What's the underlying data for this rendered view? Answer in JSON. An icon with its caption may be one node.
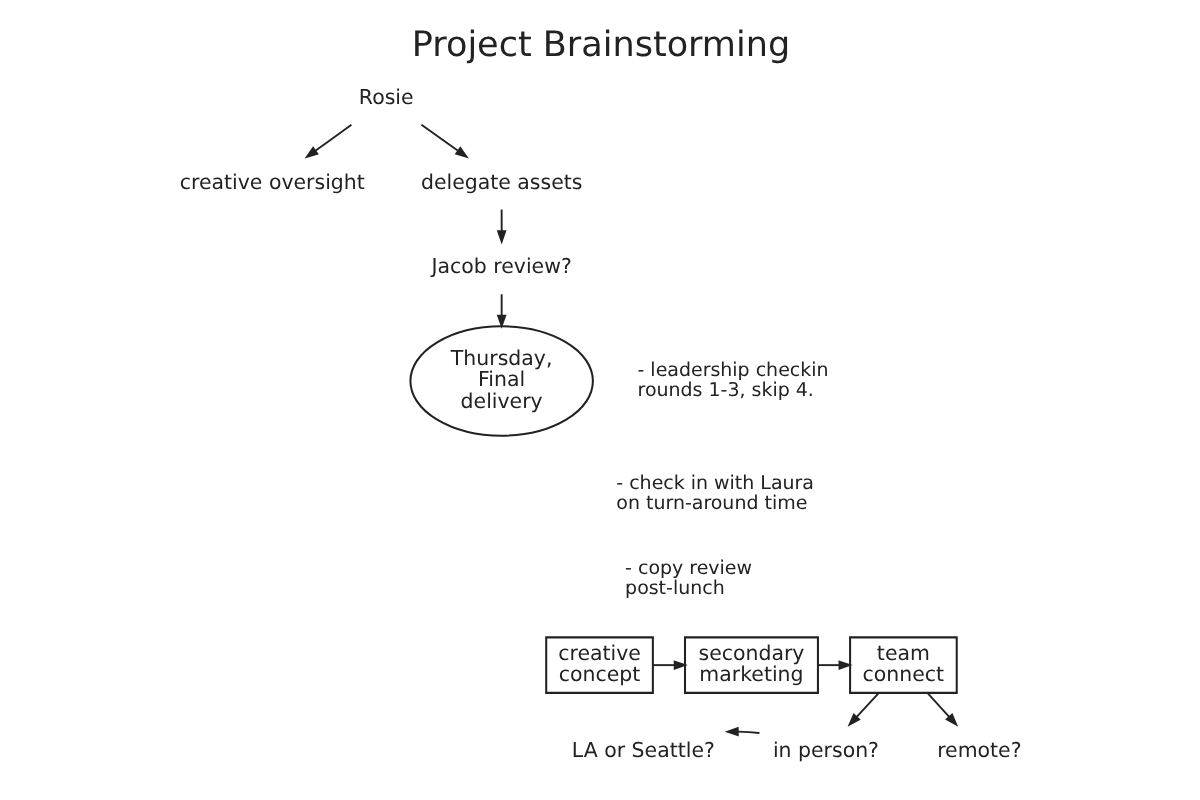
{
  "diagram": {
    "title": "Project Brainstorming",
    "nodes": [
      {
        "text": [
          "Rosie"
        ]
      },
      {
        "text": [
          "creative oversight"
        ]
      },
      {
        "text": [
          "delegate assets"
        ]
      },
      {
        "text": [
          "Jacob review?"
        ]
      },
      {
        "text": [
          "Thursday, Final delivery"
        ]
      },
      {
        "text": [
          "creative concept"
        ]
      },
      {
        "text": [
          "secondary marketing"
        ]
      },
      {
        "text": [
          "team connect"
        ]
      },
      {
        "text": [
          "LA or Seattle?"
        ]
      },
      {
        "text": [
          "in person?"
        ]
      },
      {
        "text": [
          "remote?"
        ]
      }
    ],
    "edges": [
      {
        "from": 0,
        "to": 1,
        "arrow": "to"
      },
      {
        "from": 0,
        "to": 2,
        "arrow": "to"
      },
      {
        "from": 2,
        "to": 3,
        "arrow": "to"
      },
      {
        "from": 3,
        "to": 4,
        "arrow": "to"
      },
      {
        "from": 5,
        "to": 6,
        "arrow": "to"
      },
      {
        "from": 6,
        "to": 7,
        "arrow": "to"
      },
      {
        "from": 7,
        "to": 9,
        "arrow": "to"
      },
      {
        "from": 7,
        "to": 10,
        "arrow": "to"
      },
      {
        "from": 9,
        "to": 8,
        "arrow": "to"
      }
    ],
    "labels": [
      "- leadership checkin rounds 1-3, skip 4.",
      "- check in with Laura on turn-around time",
      "- copy review post-lunch"
    ]
  }
}
